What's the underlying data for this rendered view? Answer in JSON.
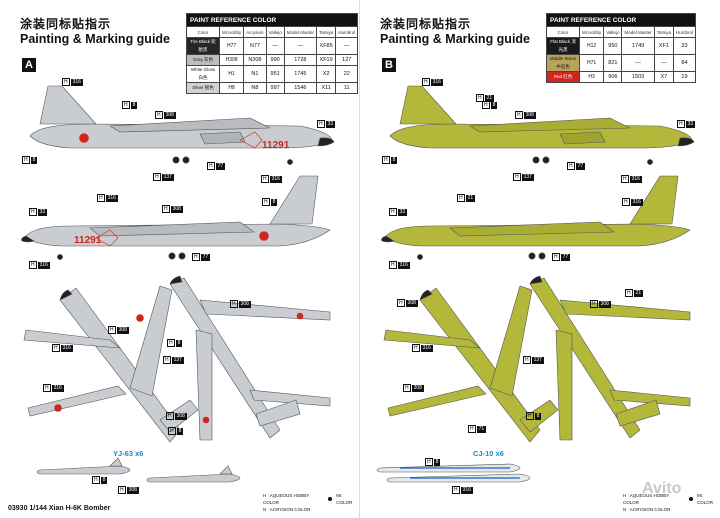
{
  "pages": [
    {
      "title_cn": "涂装同标贴指示",
      "title_en": "Painting & Marking guide",
      "letter": "A",
      "table": {
        "header": "PAINT REFERENCE COLOR",
        "columns": [
          "Color",
          "Mr.Hobby",
          "Acrysion",
          "Vallejo",
          "Model Master",
          "Tamiya",
          "Humbrol"
        ],
        "rows": [
          {
            "swatch": "Tire Black 轮胎黑",
            "swatch_color": "#262626",
            "text_color": "#ffffff",
            "hobby": "H77",
            "hobby_box": "",
            "acry": "N77",
            "vallejo": "—",
            "mm": "—",
            "tamiya": "XF85",
            "humbrol": "—"
          },
          {
            "swatch": "Grey 灰色",
            "swatch_color": "#bdbdbd",
            "text_color": "#111111",
            "hobby": "H308",
            "hobby_box": "",
            "acry": "N308",
            "vallejo": "990",
            "mm": "1728",
            "tamiya": "XF19",
            "humbrol": "127"
          },
          {
            "swatch": "White Gloss 白色",
            "swatch_color": "#ffffff",
            "text_color": "#111111",
            "hobby": "H1",
            "hobby_box": "1",
            "acry": "N1",
            "vallejo": "951",
            "mm": "1745",
            "tamiya": "X2",
            "humbrol": "22"
          },
          {
            "swatch": "Silver 银色",
            "swatch_color": "#cfd3d6",
            "text_color": "#111111",
            "hobby": "H8",
            "hobby_box": "8",
            "acry": "N8",
            "vallejo": "997",
            "mm": "1546",
            "tamiya": "X11",
            "humbrol": "11"
          }
        ]
      },
      "missile_label": "YJ-63 x6",
      "footer": "03930 1/144 Xian H-6K Bomber",
      "callouts": [
        {
          "c1": "H",
          "c2": "316"
        },
        {
          "c1": "H",
          "c2": "8"
        },
        {
          "c1": "H",
          "c2": "308"
        },
        {
          "c1": "H",
          "c2": "33"
        },
        {
          "c1": "H",
          "c2": "77"
        },
        {
          "c1": "H",
          "c2": "137"
        },
        {
          "c1": "H",
          "c2": "316"
        },
        {
          "c1": "H",
          "c2": "8"
        },
        {
          "c1": "H",
          "c2": "33"
        },
        {
          "c1": "H",
          "c2": "308"
        },
        {
          "c1": "H",
          "c2": "316"
        },
        {
          "c1": "H",
          "c2": "8"
        },
        {
          "c1": "H",
          "c2": "77"
        },
        {
          "c1": "H",
          "c2": "316"
        },
        {
          "c1": "H",
          "c2": "308"
        },
        {
          "c1": "H",
          "c2": "316"
        },
        {
          "c1": "H",
          "c2": "308"
        },
        {
          "c1": "H",
          "c2": "137"
        },
        {
          "c1": "H",
          "c2": "8"
        },
        {
          "c1": "H",
          "c2": "316"
        },
        {
          "c1": "H",
          "c2": "308"
        },
        {
          "c1": "H",
          "c2": "8"
        },
        {
          "c1": "H",
          "c2": "8"
        },
        {
          "c1": "H",
          "c2": "308"
        }
      ]
    },
    {
      "title_cn": "涂装同标贴指示",
      "title_en": "Painting & Marking guide",
      "letter": "B",
      "table": {
        "header": "PAINT REFERENCE COLOR",
        "columns": [
          "Color",
          "Mr.Hobby",
          "Vallejo",
          "Model Master",
          "Tamiya",
          "Humbrol"
        ],
        "rows": [
          {
            "swatch": "Flat Black 消光黑",
            "swatch_color": "#1a1a1a",
            "text_color": "#ffffff",
            "hobby": "H12",
            "hobby_box": "12",
            "vallejo": "950",
            "mm": "1749",
            "tamiya": "XF1",
            "humbrol": "33"
          },
          {
            "swatch": "Middle Stone 中石色",
            "swatch_color": "#b8a35a",
            "text_color": "#111111",
            "hobby": "H71",
            "hobby_box": "71",
            "vallejo": "821",
            "mm": "—",
            "tamiya": "—",
            "humbrol": "84"
          },
          {
            "swatch": "Red 红色",
            "swatch_color": "#d1251e",
            "text_color": "#ffffff",
            "hobby": "H3",
            "hobby_box": "3",
            "vallejo": "906",
            "mm": "1503",
            "tamiya": "X7",
            "humbrol": "19"
          }
        ]
      },
      "missile_label": "CJ-10 x6",
      "footer": "",
      "callouts": [
        {
          "c1": "H",
          "c2": "316"
        },
        {
          "c1": "H",
          "c2": "8"
        },
        {
          "c1": "H",
          "c2": "21"
        },
        {
          "c1": "H",
          "c2": "308"
        },
        {
          "c1": "H",
          "c2": "33"
        },
        {
          "c1": "H",
          "c2": "77"
        },
        {
          "c1": "H",
          "c2": "137"
        },
        {
          "c1": "H",
          "c2": "316"
        },
        {
          "c1": "H",
          "c2": "8"
        },
        {
          "c1": "H",
          "c2": "33"
        },
        {
          "c1": "H",
          "c2": "21"
        },
        {
          "c1": "H",
          "c2": "316"
        },
        {
          "c1": "H",
          "c2": "77"
        },
        {
          "c1": "H",
          "c2": "316"
        },
        {
          "c1": "H",
          "c2": "308"
        },
        {
          "c1": "H",
          "c2": "308"
        },
        {
          "c1": "H",
          "c2": "21"
        },
        {
          "c1": "H",
          "c2": "137"
        },
        {
          "c1": "H",
          "c2": "316"
        },
        {
          "c1": "H",
          "c2": "308"
        },
        {
          "c1": "H",
          "c2": "8"
        },
        {
          "c1": "H",
          "c2": "71"
        },
        {
          "c1": "H",
          "c2": "316"
        },
        {
          "c1": "H",
          "c2": "8"
        }
      ]
    }
  ],
  "aircraft_number": "11291",
  "legend": {
    "h_label": "H : AQUEOUS HOBBY COLOR",
    "n_label": "N : ACRYSION COLOR",
    "mr_label": "Mr. COLOR"
  },
  "colors": {
    "grey_scheme": "#c9cdd1",
    "green_scheme": "#b4b83a",
    "red": "#d1251e"
  },
  "watermark": "Avito"
}
